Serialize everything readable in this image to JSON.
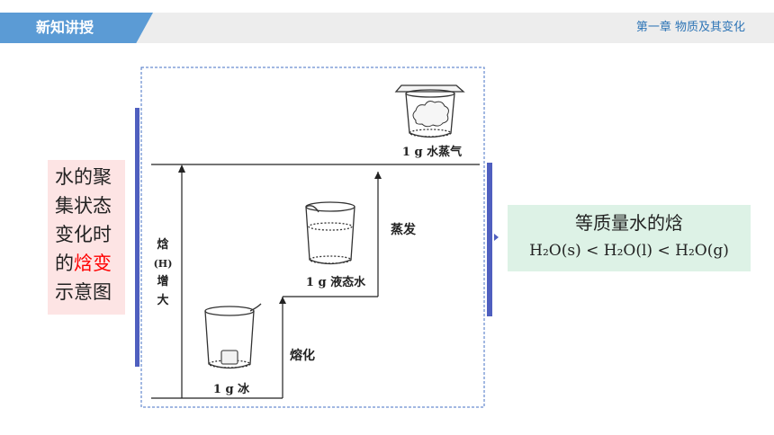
{
  "header": {
    "section_label": "新知讲授",
    "chapter_label": "第一章 物质及其变化"
  },
  "left_caption": {
    "line1": "水的聚",
    "line2": "集状态",
    "line3": "变化时",
    "line4_prefix": "的",
    "line4_highlight": "焓变",
    "line5": "示意图"
  },
  "diagram": {
    "y_axis_label": [
      "焓",
      "(H)",
      "增",
      "大"
    ],
    "ice_label": "1 g 冰",
    "liquid_label": "1 g 液态水",
    "vapor_label": "1 g 水蒸气",
    "melting_label": "熔化",
    "evaporation_label": "蒸发"
  },
  "info_box": {
    "title": "等质量水的焓",
    "formula": {
      "s": "H₂O(s)",
      "l": "H₂O(l)",
      "g": "H₂O(g)",
      "comparator": "<"
    }
  },
  "colors": {
    "header_tab": "#5b9bd5",
    "chapter_text": "#2e75b6",
    "accent_bar": "#4f5fbf",
    "caption_bg": "#fde4e4",
    "highlight": "#ff0000",
    "info_bg": "#ddf2e6",
    "frame_border": "#4472c4"
  }
}
